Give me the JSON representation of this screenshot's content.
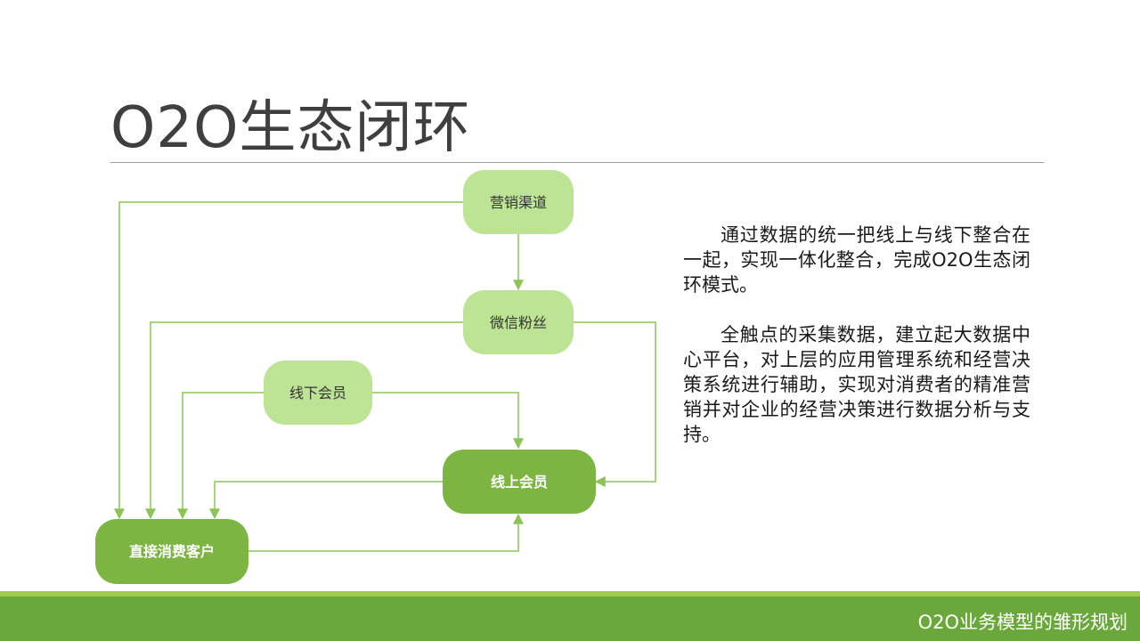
{
  "title": "O2O生态闭环",
  "nodes": {
    "marketing_channel": "营销渠道",
    "wechat_fans": "微信粉丝",
    "offline_member": "线下会员",
    "online_member": "线上会员",
    "direct_customer": "直接消费客户"
  },
  "description": {
    "para1": "通过数据的统一把线上与线下整合在一起，实现一体化整合，完成O2O生态闭环模式。",
    "para2": "全触点的采集数据，建立起大数据中心平台，对上层的应用管理系统和经营决策系统进行辅助，实现对消费者的精准营销并对企业的经营决策进行数据分析与支持。"
  },
  "footer": {
    "text": "O2O业务模型的雏形规划"
  },
  "colors": {
    "light_node": "#bde394",
    "dark_node": "#7db542",
    "connector": "#8cc556",
    "footer_bar": "#6aa83b"
  }
}
